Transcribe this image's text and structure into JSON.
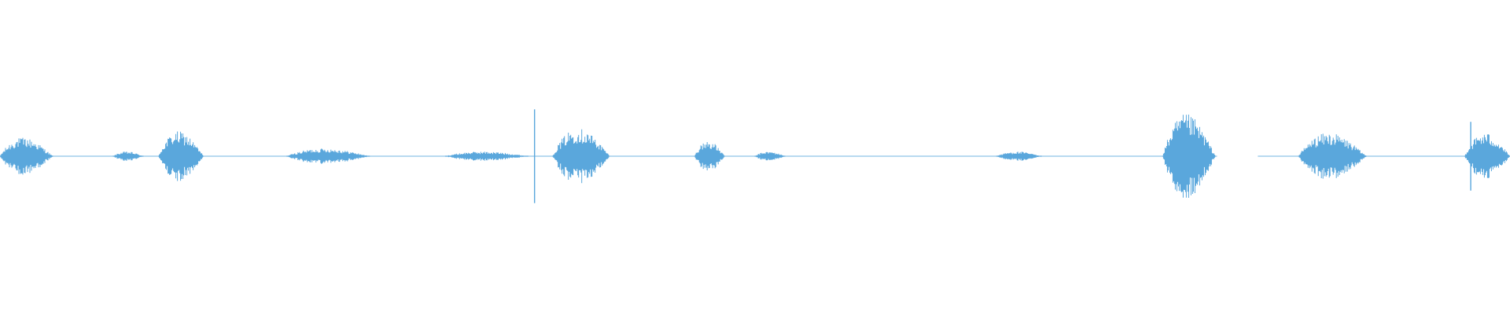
{
  "waveform": {
    "color": "#5aa7dc",
    "background": "#ffffff",
    "segments": [
      {
        "start": 0.0,
        "end": 0.035,
        "peak": 0.12
      },
      {
        "start": 0.075,
        "end": 0.095,
        "peak": 0.03
      },
      {
        "start": 0.105,
        "end": 0.135,
        "peak": 0.16
      },
      {
        "start": 0.19,
        "end": 0.245,
        "peak": 0.05
      },
      {
        "start": 0.295,
        "end": 0.35,
        "peak": 0.03
      },
      {
        "start": 0.366,
        "end": 0.404,
        "peak": 0.18
      },
      {
        "start": 0.46,
        "end": 0.48,
        "peak": 0.1
      },
      {
        "start": 0.5,
        "end": 0.52,
        "peak": 0.03
      },
      {
        "start": 0.66,
        "end": 0.69,
        "peak": 0.03
      },
      {
        "start": 0.77,
        "end": 0.805,
        "peak": 0.27
      },
      {
        "start": 0.86,
        "end": 0.905,
        "peak": 0.15
      },
      {
        "start": 0.97,
        "end": 1.0,
        "peak": 0.15
      }
    ],
    "spikes": [
      {
        "position": 0.354,
        "peak": 0.3
      },
      {
        "position": 0.974,
        "peak": 0.22
      }
    ],
    "gaps": [
      {
        "start": 0.806,
        "end": 0.833
      }
    ]
  }
}
